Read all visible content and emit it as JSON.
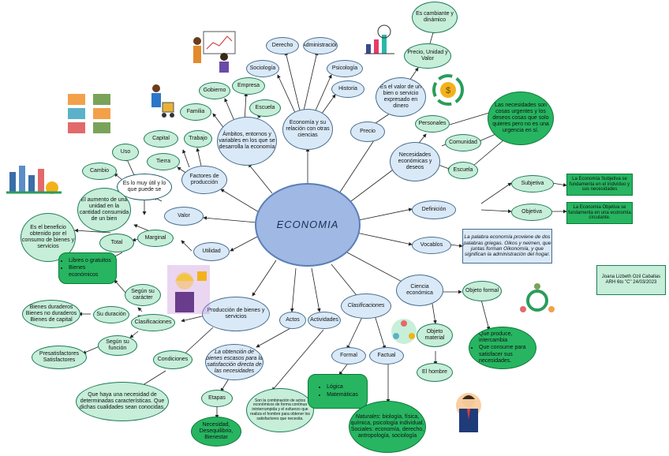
{
  "center": "ECONOMIA",
  "branches": {
    "ambitos": "Ámbitos, entornos y variables en los que se desarrolla la economía",
    "derecho": "Derecho",
    "administracion": "Administración",
    "sociologia": "Sociología",
    "psicologia": "Psicología",
    "historia": "Historia",
    "empresa": "Empresa",
    "gobierno": "Gobierno",
    "familia": "Familia",
    "escuela_ambito": "Escuela",
    "economia_relacion": "Economía y su relación con otras ciencias",
    "precio": "Precio",
    "precio_def": "Es el valor de un bien o servicio expresado en dinero",
    "precio_unidad": "Precio, Unidad y Valor",
    "dinamico": "Es cambiante y dinámico",
    "necesidades": "Necesidades económicas y deseos",
    "personales": "Personales",
    "comunidad": "Comunidad",
    "escuela_nec": "Escuela",
    "necesidades_def": "Las necesidades son cosas urgentes y los deseos cosas que solo quieres pero no es una urgencia en sí.",
    "factores": "Factores de producción",
    "capital": "Capital",
    "trabajo": "Trabajo",
    "tierra": "Tierra",
    "valor": "Valor",
    "valor_def": "Es lo muy útil y lo que puede se",
    "uso": "Uso",
    "cambio": "Cambio",
    "beneficio": "El aumento de una unidad en la cantidad consumida de un bien",
    "utilidad": "Utilidad",
    "marginal": "Marginal",
    "total": "Total",
    "total_def": "Es el beneficio obtenido por el consumo de bienes y servicios",
    "libres": [
      "Libres o gratuitos",
      "Bienes económicos"
    ],
    "definicion": "Definición",
    "subjetiva": "Subjetiva",
    "subjetiva_def": "La Economía Subjetiva se fundamenta en el individuo y sus necesidades",
    "objetiva": "Objetiva",
    "objetiva_def": "La Economía Objetiva se fundamenta en una economía circulante.",
    "vocablos": "Vocablos",
    "vocablos_def": "La palabra economía proviene de dos palabras griegas. Oikos y neimen, que juntas forman Oikonomía, y que significan la administración del hogar.",
    "ciencia": "Ciencia económica",
    "objeto_formal": "Objeto formal",
    "objeto_formal_def": [
      "Que produce, intercambia",
      "Que consume para satisfacer sus necesidades."
    ],
    "objeto_material": "Objeto material",
    "el_hombre": "El hombre",
    "clasificaciones_main": "Clasificaciones",
    "formal": "Formal",
    "factual": "Factual",
    "formal_list": [
      "Lógica",
      "Matemáticas"
    ],
    "factual_def_label": "Naturales",
    "factual_def": ": biología, física, química, psicología individual. Sociales: economía, derecho, antropología, sociología",
    "produccion": "Producción de bienes y servicios",
    "actos": "Actos",
    "actividades": "Actividades",
    "obtencion": "La obtención de bienes escasos para la satisfacción directa de las necesidades",
    "combinacion": "Son la combinación de actos económicos de forma continua ininterrumpida y el esfuerzo que realiza el hombre para obtener los satisfactores que necesita.",
    "etapas": "Etapas",
    "etapas_list": "Necesidad, Desequilibrio, Bienestar",
    "condiciones": "Condiciones",
    "condiciones_def": "Que haya una necesidad de determinadas características. Que dichas cualidades sean conocidas.",
    "clasificaciones_left": "Clasificaciones",
    "segun_caracter": "Según su carácter",
    "segun_duracion": "Su duración",
    "segun_funcion": "Según su función",
    "duraderos": "Bienes duraderos Bienes no duraderos Bienes de capital",
    "presatisfactores": "Presatisfactores Satisfactores",
    "author": "Joana Lizbeth Ozil Caballas ARH 6to \"C\" 24/03/2023"
  },
  "colors": {
    "center_fill": "#9fb8e4",
    "node_fill": "#d9e9f7",
    "green": "#27b561",
    "light_green": "#c6eed9"
  }
}
